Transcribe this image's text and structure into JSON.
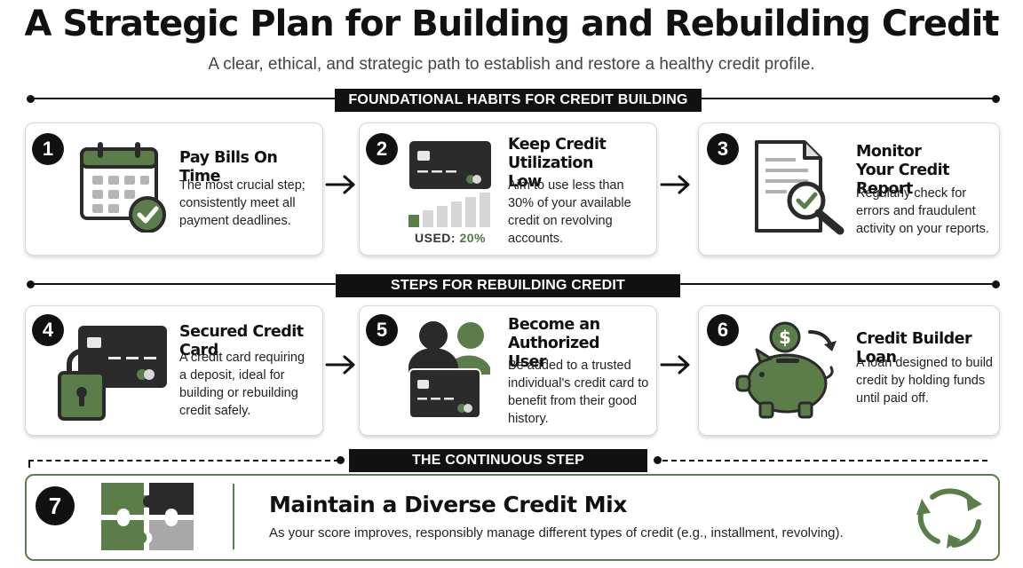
{
  "title": "A Strategic Plan for Building and Rebuilding Credit",
  "subtitle": "A clear, ethical, and strategic path to establish and restore a healthy credit profile.",
  "sections": {
    "foundational": "FOUNDATIONAL HABITS FOR CREDIT BUILDING",
    "rebuilding": "STEPS FOR REBUILDING CREDIT",
    "continuous": "THE CONTINUOUS STEP"
  },
  "steps": [
    {
      "number": "1",
      "title": "Pay Bills On Time",
      "description": "The most crucial step; consistently meet all payment deadlines.",
      "icon": "calendar-check-icon"
    },
    {
      "number": "2",
      "title": "Keep Credit Utilization Low",
      "description": "Aim to use less than 30% of your available credit on revolving accounts.",
      "icon": "credit-card-icon",
      "used_label": "USED:",
      "used_value": "20%",
      "used_fraction": 0.2
    },
    {
      "number": "3",
      "title": "Monitor Your Credit Report",
      "description": "Regularly check for errors and fraudulent activity on your reports.",
      "icon": "report-magnifier-icon"
    },
    {
      "number": "4",
      "title": "Secured Credit Card",
      "description": "A credit card requiring a deposit, ideal for building or rebuilding credit safely.",
      "icon": "card-lock-icon"
    },
    {
      "number": "5",
      "title": "Become an Authorized User",
      "description": "Be added to a trusted individual's credit card to benefit from their good history.",
      "icon": "users-card-icon"
    },
    {
      "number": "6",
      "title": "Credit Builder Loan",
      "description": "A loan designed to build credit by holding funds until paid off.",
      "icon": "piggy-bank-icon"
    },
    {
      "number": "7",
      "title": "Maintain a Diverse Credit Mix",
      "description": "As your score improves, responsibly manage different types of credit (e.g., installment, revolving).",
      "icon": "puzzle-icon"
    }
  ],
  "colors": {
    "accent": "#5a7d4a",
    "dark": "#111111",
    "card_bg": "#2b2b2b"
  }
}
